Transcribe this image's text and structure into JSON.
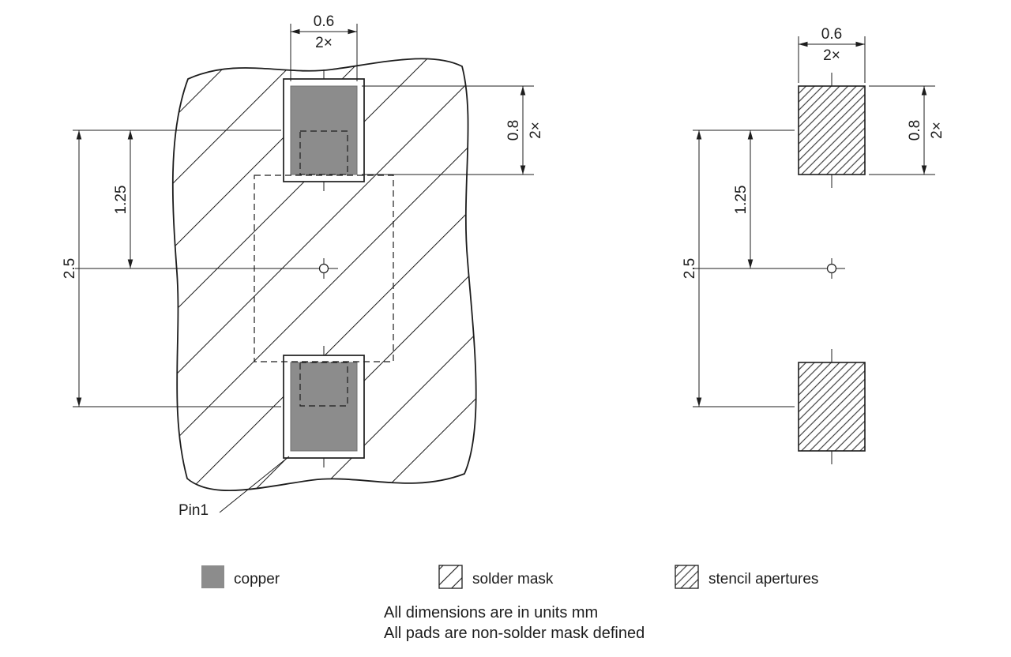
{
  "drawing": {
    "type": "PCB land pattern footprint drawing",
    "colors": {
      "copper": "#8c8c8c",
      "line": "#1d1d1d",
      "background": "#ffffff"
    }
  },
  "left_view": {
    "dim_width": {
      "value": "0.6",
      "count": "2×"
    },
    "dim_height": {
      "value": "0.8",
      "count": "2×"
    },
    "dim_half_pitch": "1.25",
    "dim_pitch": "2.5",
    "pin1_label": "Pin1"
  },
  "right_view": {
    "dim_width": {
      "value": "0.6",
      "count": "2×"
    },
    "dim_height": {
      "value": "0.8",
      "count": "2×"
    },
    "dim_half_pitch": "1.25",
    "dim_pitch": "2.5"
  },
  "legend": {
    "copper_label": "copper",
    "solder_mask_label": "solder mask",
    "stencil_label": "stencil apertures"
  },
  "notes": {
    "units": "All dimensions are in units mm",
    "mask": "All pads are non-solder mask defined"
  }
}
